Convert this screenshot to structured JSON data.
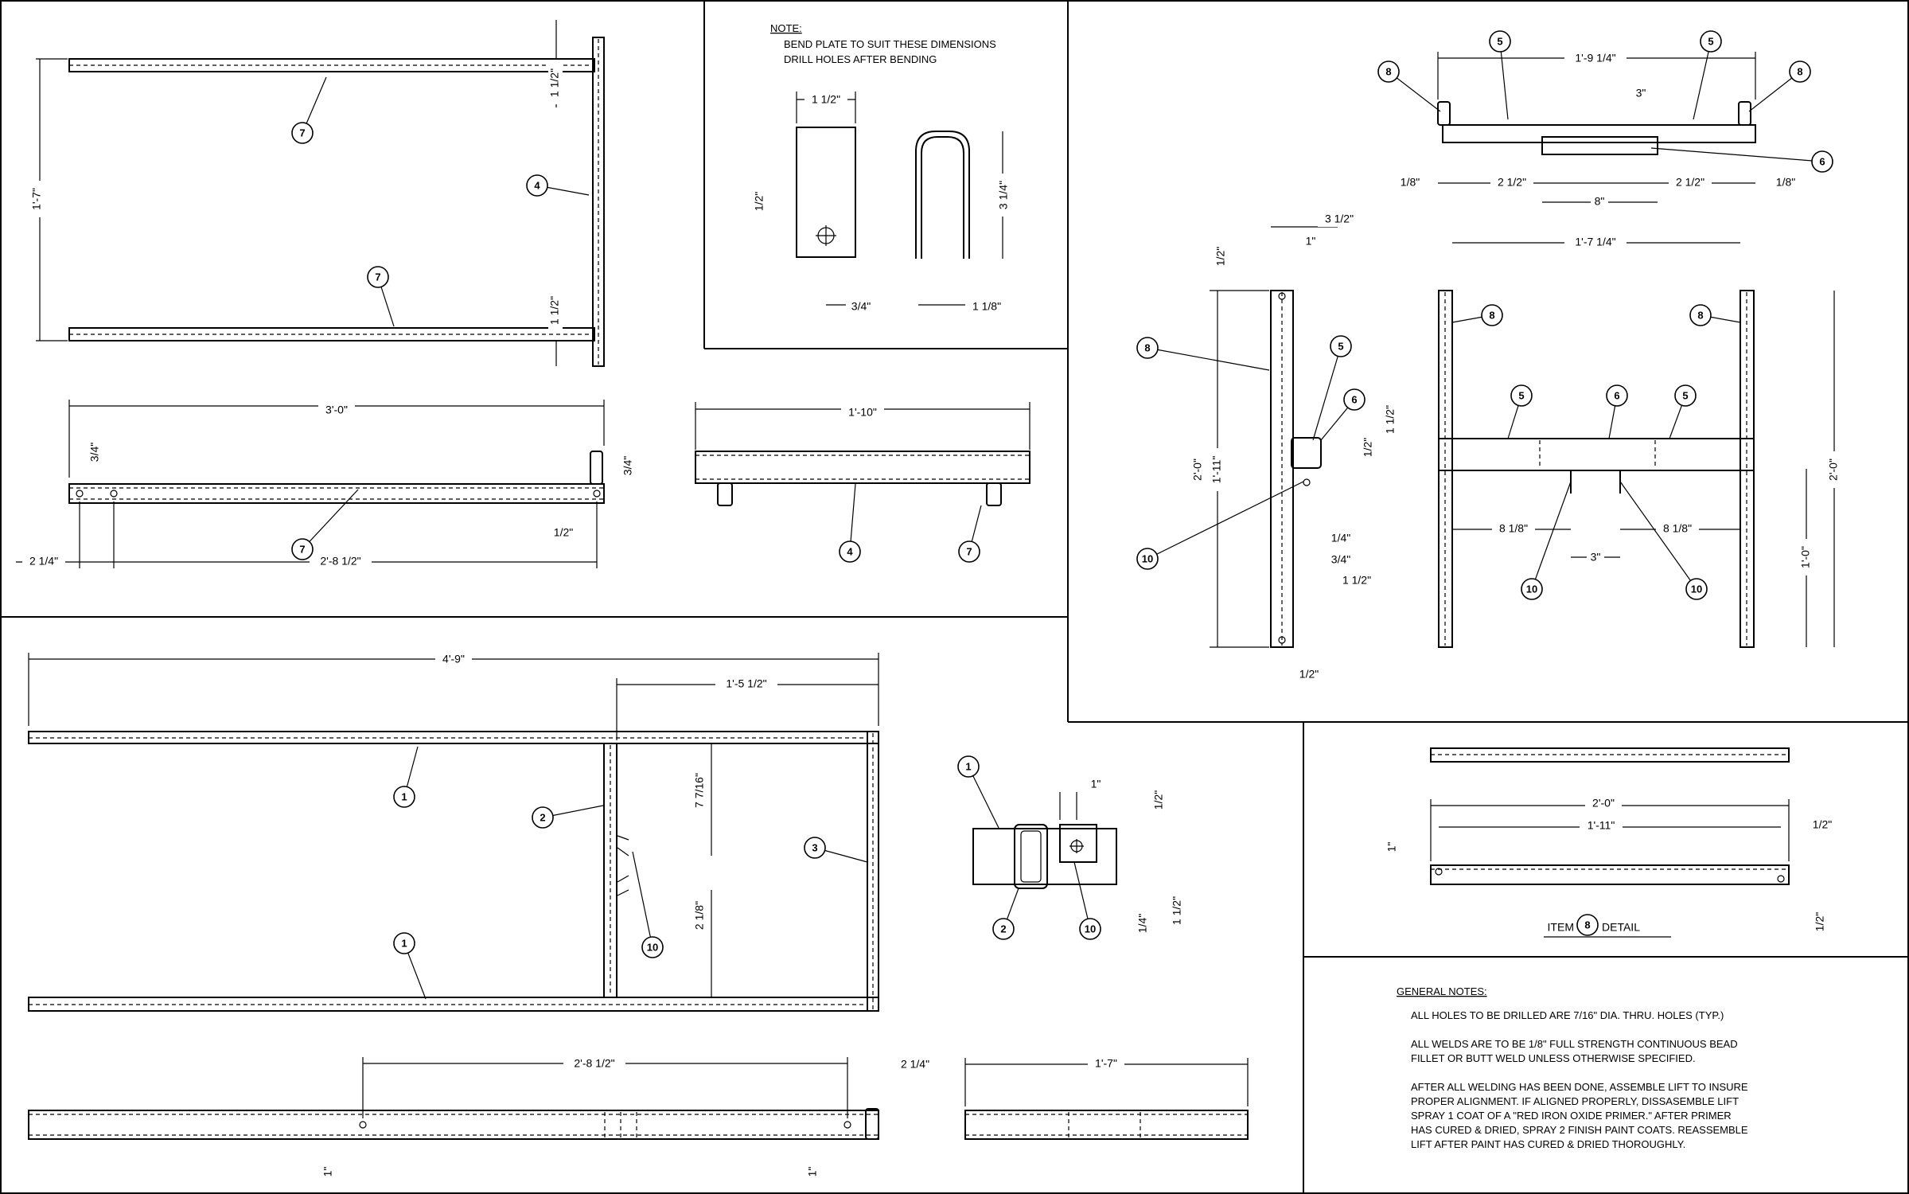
{
  "bend_note": {
    "heading": "NOTE:",
    "lines": [
      "BEND PLATE TO SUIT THESE DIMENSIONS",
      "DRILL HOLES AFTER BENDING"
    ]
  },
  "item8_title": "ITEM",
  "item8_number": "8",
  "item8_detail": "DETAIL",
  "general_notes": {
    "heading": "GENERAL NOTES:",
    "paragraphs": [
      [
        "ALL HOLES TO BE DRILLED ARE 7/16\" DIA. THRU. HOLES (TYP.)"
      ],
      [
        "ALL WELDS ARE TO BE 1/8\" FULL STRENGTH CONTINUOUS BEAD",
        "FILLET OR BUTT WELD UNLESS OTHERWISE SPECIFIED."
      ],
      [
        "AFTER ALL WELDING HAS BEEN DONE, ASSEMBLE LIFT TO INSURE",
        "PROPER ALIGNMENT.  IF ALIGNED PROPERLY, DISSASEMBLE LIFT",
        "SPRAY 1 COAT OF A \"RED IRON OXIDE PRIMER.\"  AFTER PRIMER",
        "HAS CURED & DRIED, SPRAY 2 FINISH PAINT COATS.  REASSEMBLE",
        "LIFT AFTER PAINT HAS CURED & DRIED THOROUGHLY."
      ]
    ]
  },
  "dimensions": [
    "1'-7\"",
    "1 1/2\"",
    "1 1/2\"",
    "3'-0\"",
    "3/4\"",
    "3/4\"",
    "1/2\"",
    "2 1/4\"",
    "2'-8 1/2\"",
    "1'-10\"",
    "1 1/2\"",
    "1/2\"",
    "3 1/4\"",
    "3/4\"",
    "1 1/8\"",
    "1'-9 1/4\"",
    "3\"",
    "1/8\"",
    "2 1/2\"",
    "8\"",
    "2 1/2\"",
    "1/8\"",
    "3 1/2\"",
    "1\"",
    "1/2\"",
    "2'-0\"",
    "1'-11\"",
    "1/2\"",
    "1 1/2\"",
    "1/4\"",
    "3/4\"",
    "1 1/2\"",
    "1/2\"",
    "1'-7 1/4\"",
    "8 1/8\"",
    "8 1/8\"",
    "3\"",
    "2'-0\"",
    "1'-0\"",
    "4'-9\"",
    "1'-5 1/2\"",
    "7 7/16\"",
    "2 1/8\"",
    "1\"",
    "1/2\"",
    "1/4\"",
    "1 1/2\"",
    "2'-0\"",
    "1'-11\"",
    "1/2\"",
    "1\"",
    "1/2\"",
    "2'-8 1/2\"",
    "2 1/4\"",
    "1\"",
    "1\"",
    "1'-7\""
  ],
  "callouts": [
    "7",
    "4",
    "7",
    "7",
    "4",
    "7",
    "5",
    "5",
    "8",
    "8",
    "6",
    "8",
    "5",
    "6",
    "10",
    "8",
    "8",
    "5",
    "6",
    "5",
    "10",
    "10",
    "1",
    "2",
    "3",
    "1",
    "10",
    "1",
    "2",
    "10"
  ]
}
